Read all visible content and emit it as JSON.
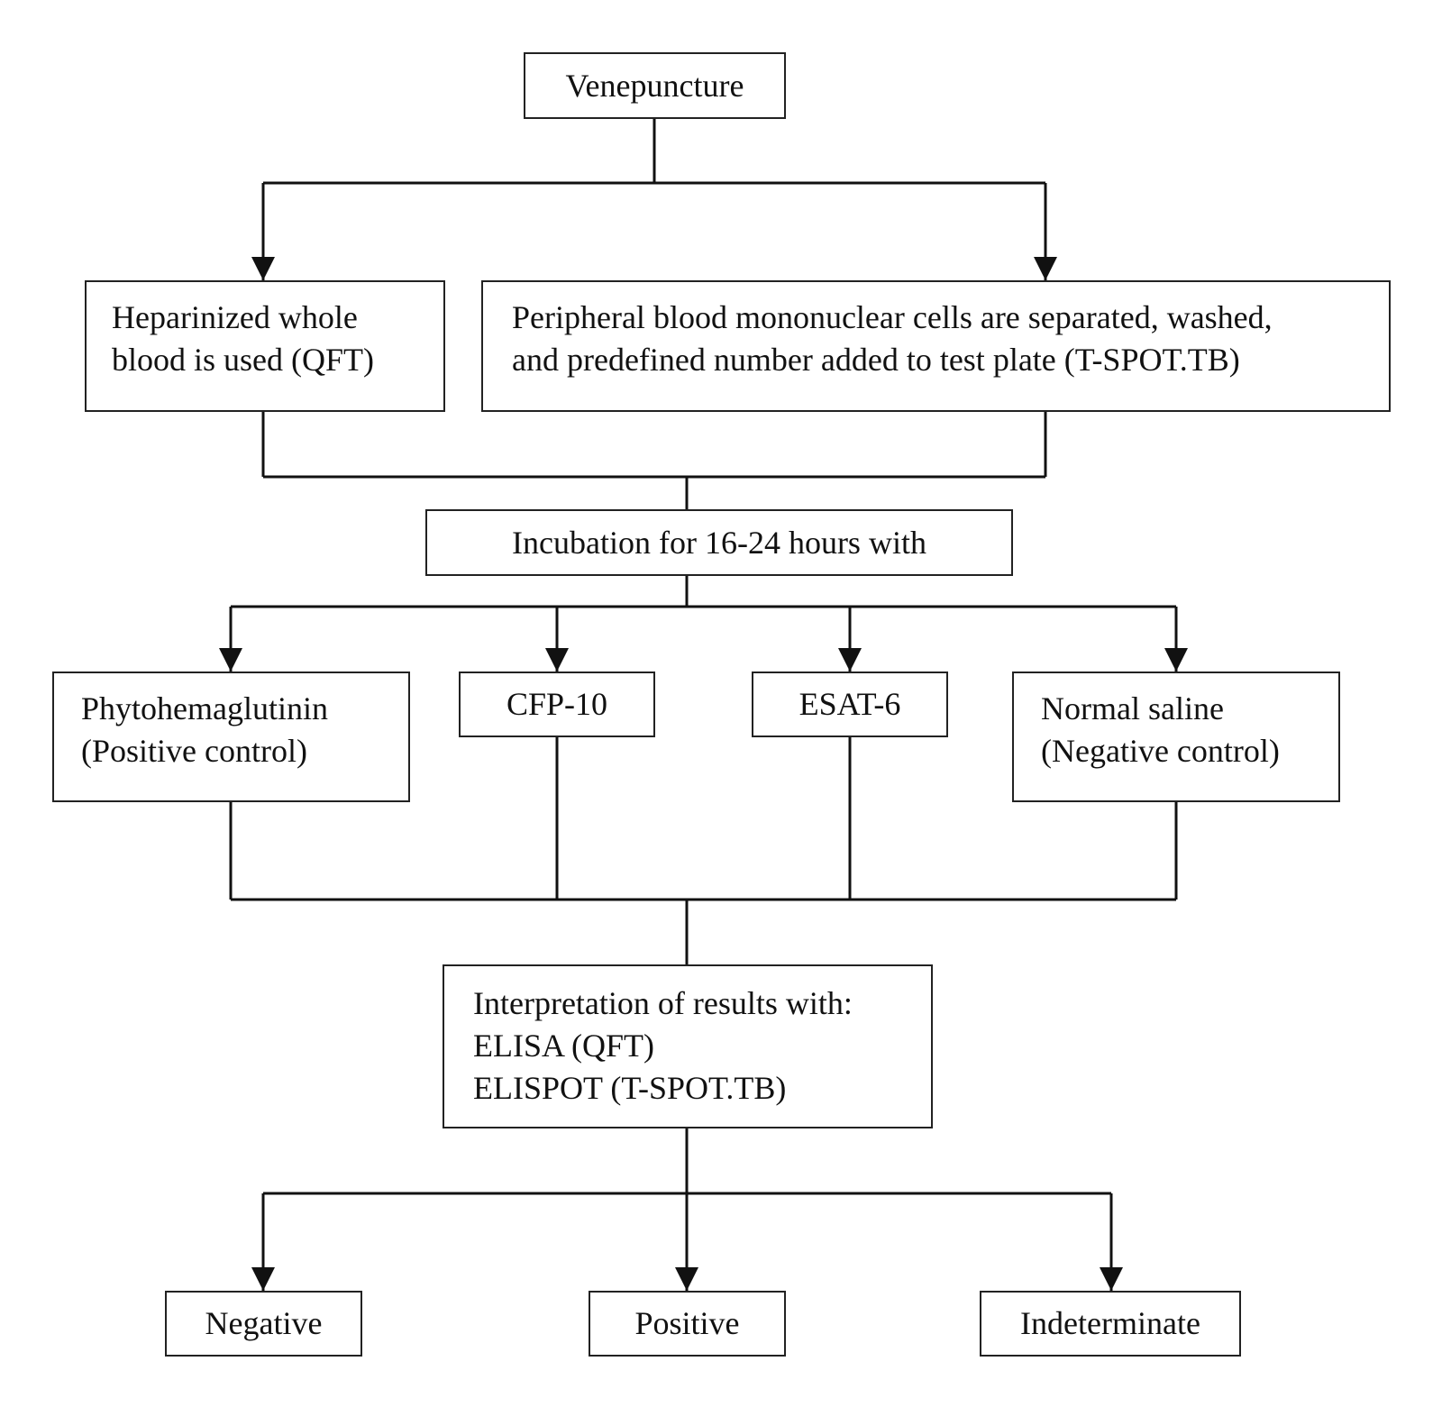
{
  "nodes": {
    "venepuncture": "Venepuncture",
    "qft_prep": [
      "Heparinized whole",
      "blood is used (QFT)"
    ],
    "tspot_prep": [
      "Peripheral blood mononuclear cells are separated, washed,",
      "and predefined number added to test plate (T-SPOT.TB)"
    ],
    "incubation": "Incubation for 16-24 hours with",
    "phytohemagglutinin": [
      "Phytohemaglutinin",
      "(Positive control)"
    ],
    "cfp10": "CFP-10",
    "esat6": "ESAT-6",
    "normal_saline": [
      "Normal saline",
      "(Negative control)"
    ],
    "interpretation": [
      "Interpretation of results with:",
      "ELISA (QFT)",
      "ELISPOT (T-SPOT.TB)"
    ],
    "negative": "Negative",
    "positive": "Positive",
    "indeterminate": "Indeterminate"
  }
}
